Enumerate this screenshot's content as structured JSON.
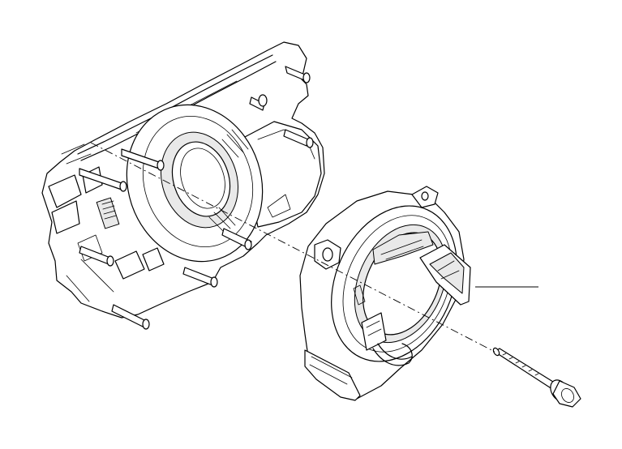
{
  "diagram": {
    "parts": [
      {
        "name": "steering-column-switch-housing"
      },
      {
        "name": "slip-ring-clock-spring"
      },
      {
        "name": "hex-flange-screw"
      }
    ],
    "leader_lines": 1,
    "center_axis": "dash-dot"
  }
}
